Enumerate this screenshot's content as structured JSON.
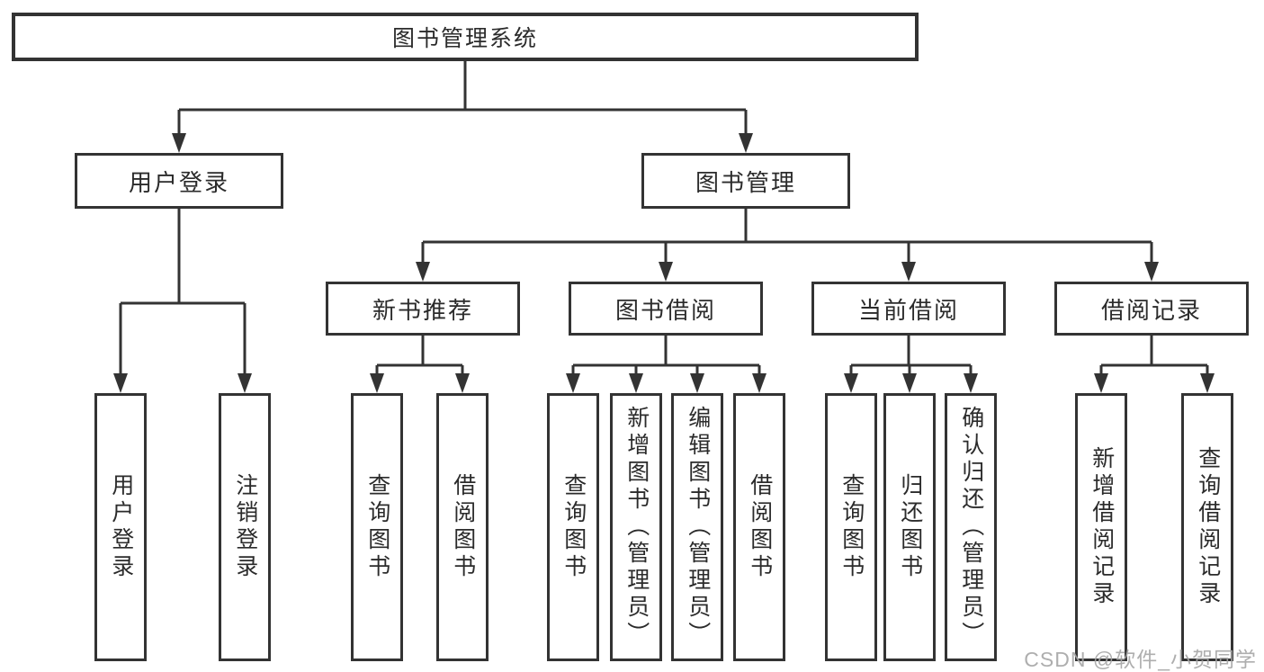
{
  "tree": {
    "root": {
      "label": "图书管理系统"
    },
    "branches": [
      {
        "label": "用户登录",
        "children": [
          {
            "label": "用户登录"
          },
          {
            "label": "注销登录"
          }
        ]
      },
      {
        "label": "图书管理",
        "children": [
          {
            "label": "新书推荐",
            "children": [
              {
                "label": "查询图书"
              },
              {
                "label": "借阅图书"
              }
            ]
          },
          {
            "label": "图书借阅",
            "children": [
              {
                "label": "查询图书"
              },
              {
                "label": "新增图书（管理员）"
              },
              {
                "label": "编辑图书（管理员）"
              },
              {
                "label": "借阅图书"
              }
            ]
          },
          {
            "label": "当前借阅",
            "children": [
              {
                "label": "查询图书"
              },
              {
                "label": "归还图书"
              },
              {
                "label": "确认归还（管理员）"
              }
            ]
          },
          {
            "label": "借阅记录",
            "children": [
              {
                "label": "新增借阅记录"
              },
              {
                "label": "查询借阅记录"
              }
            ]
          }
        ]
      }
    ]
  },
  "watermark": {
    "text": "CSDN @软件_小贺同学"
  },
  "colors": {
    "line": "#333333",
    "box_border": "#333333",
    "text": "#2b2b2b",
    "watermark": "#a5a5a5",
    "background": "#ffffff"
  }
}
